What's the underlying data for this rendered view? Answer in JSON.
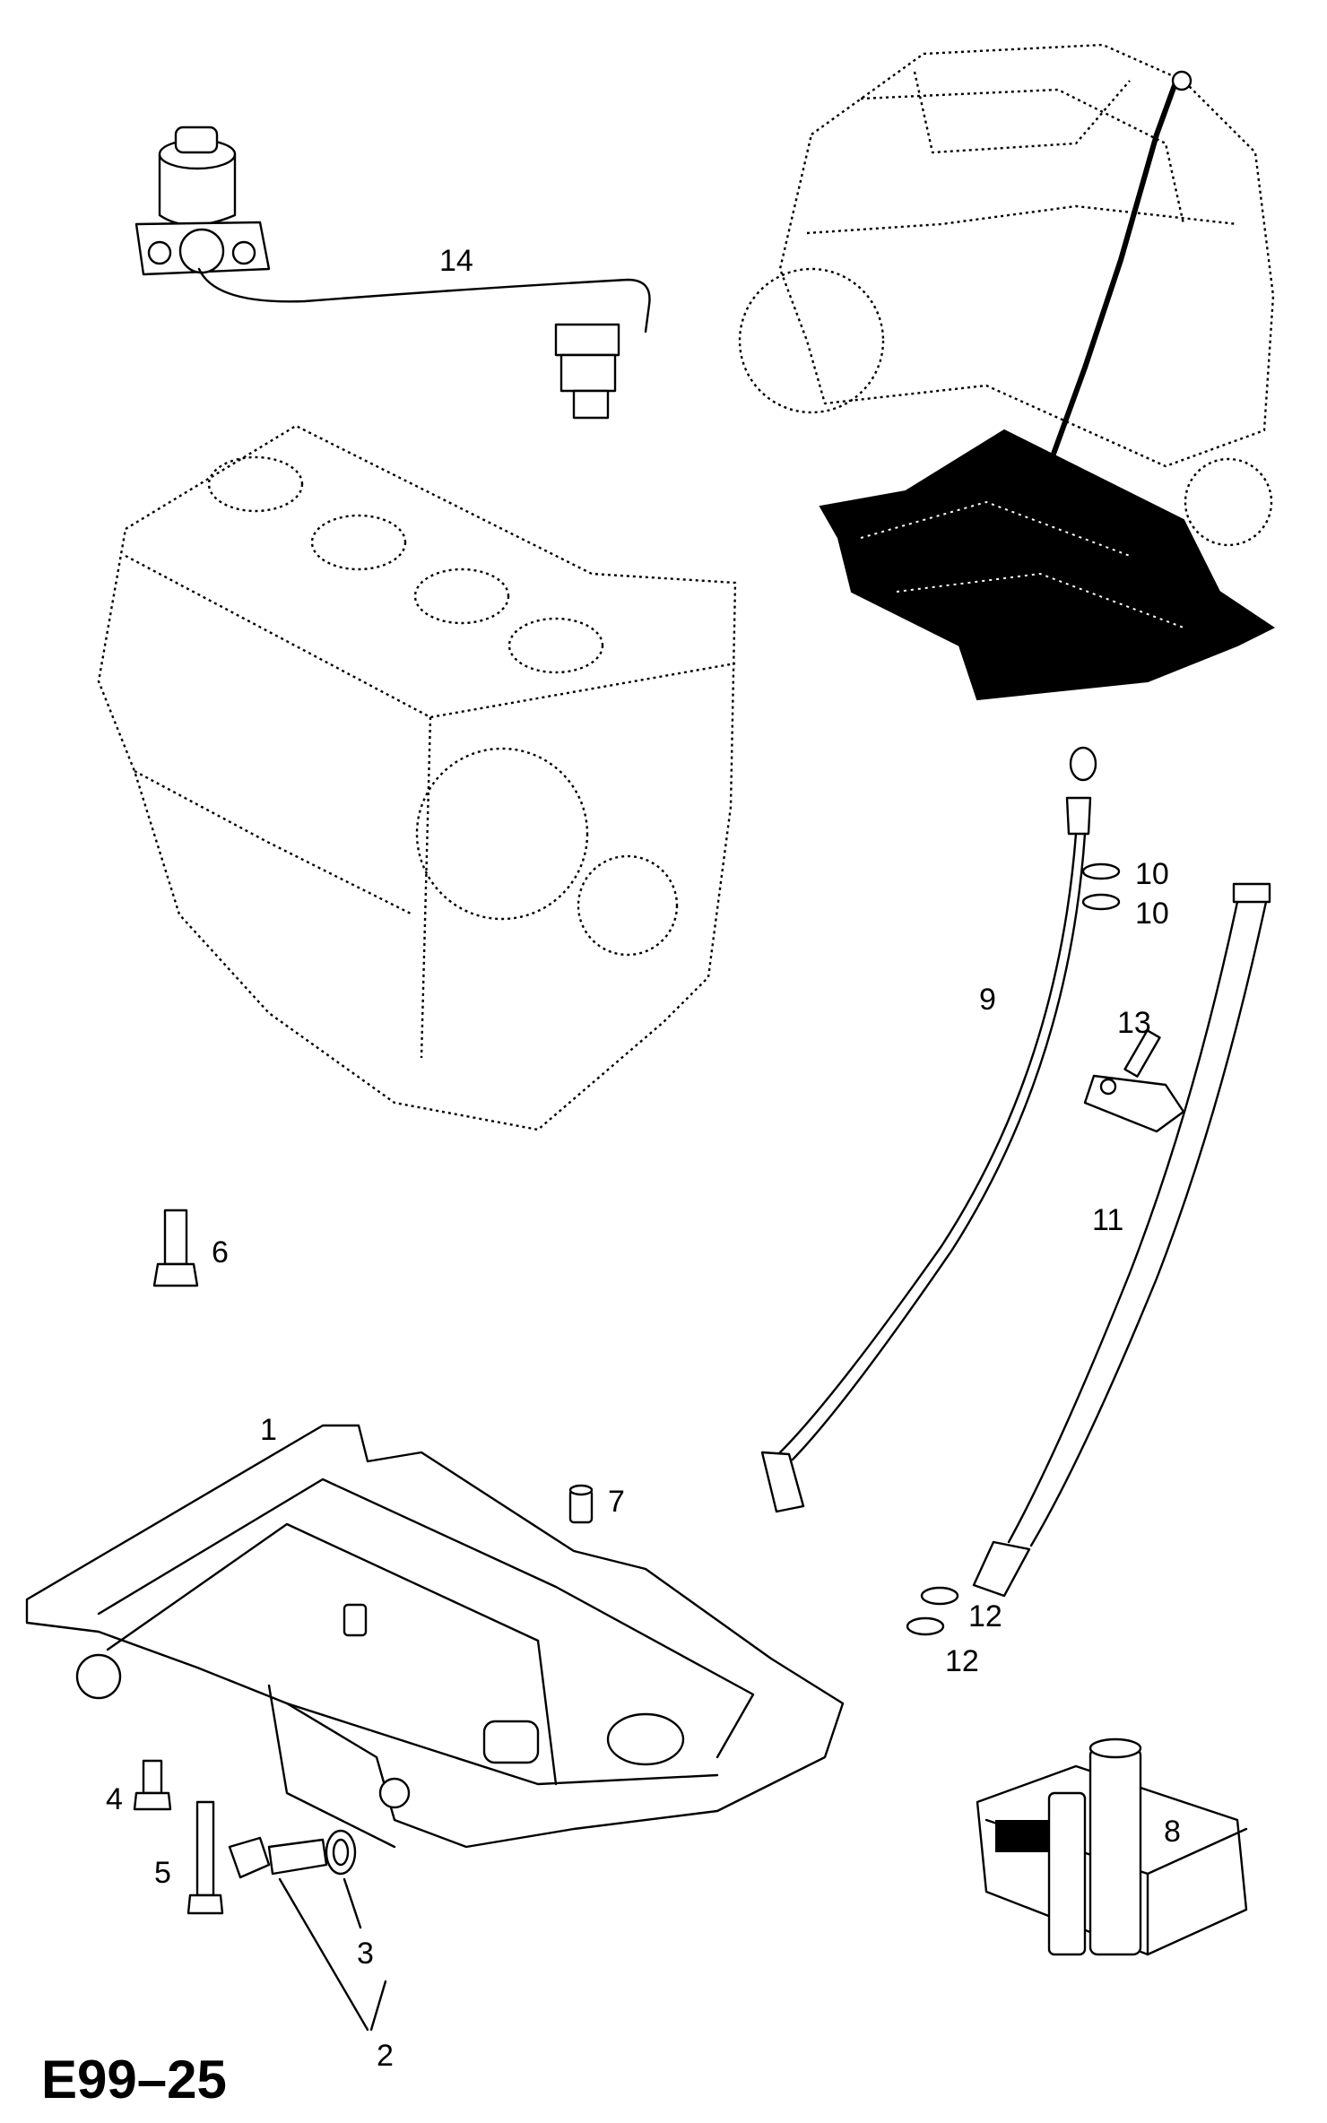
{
  "diagram_code": "E99–25",
  "labels": [
    {
      "id": "p14",
      "text": "14"
    },
    {
      "id": "p10a",
      "text": "10"
    },
    {
      "id": "p10b",
      "text": "10"
    },
    {
      "id": "p9",
      "text": "9"
    },
    {
      "id": "p13",
      "text": "13"
    },
    {
      "id": "p11",
      "text": "11"
    },
    {
      "id": "p6",
      "text": "6"
    },
    {
      "id": "p1",
      "text": "1"
    },
    {
      "id": "p7",
      "text": "7"
    },
    {
      "id": "p12a",
      "text": "12"
    },
    {
      "id": "p12b",
      "text": "12"
    },
    {
      "id": "p8",
      "text": "8"
    },
    {
      "id": "p4",
      "text": "4"
    },
    {
      "id": "p5",
      "text": "5"
    },
    {
      "id": "p3",
      "text": "3"
    },
    {
      "id": "p2",
      "text": "2"
    }
  ],
  "colors": {
    "ink": "#000000",
    "background": "#ffffff"
  }
}
